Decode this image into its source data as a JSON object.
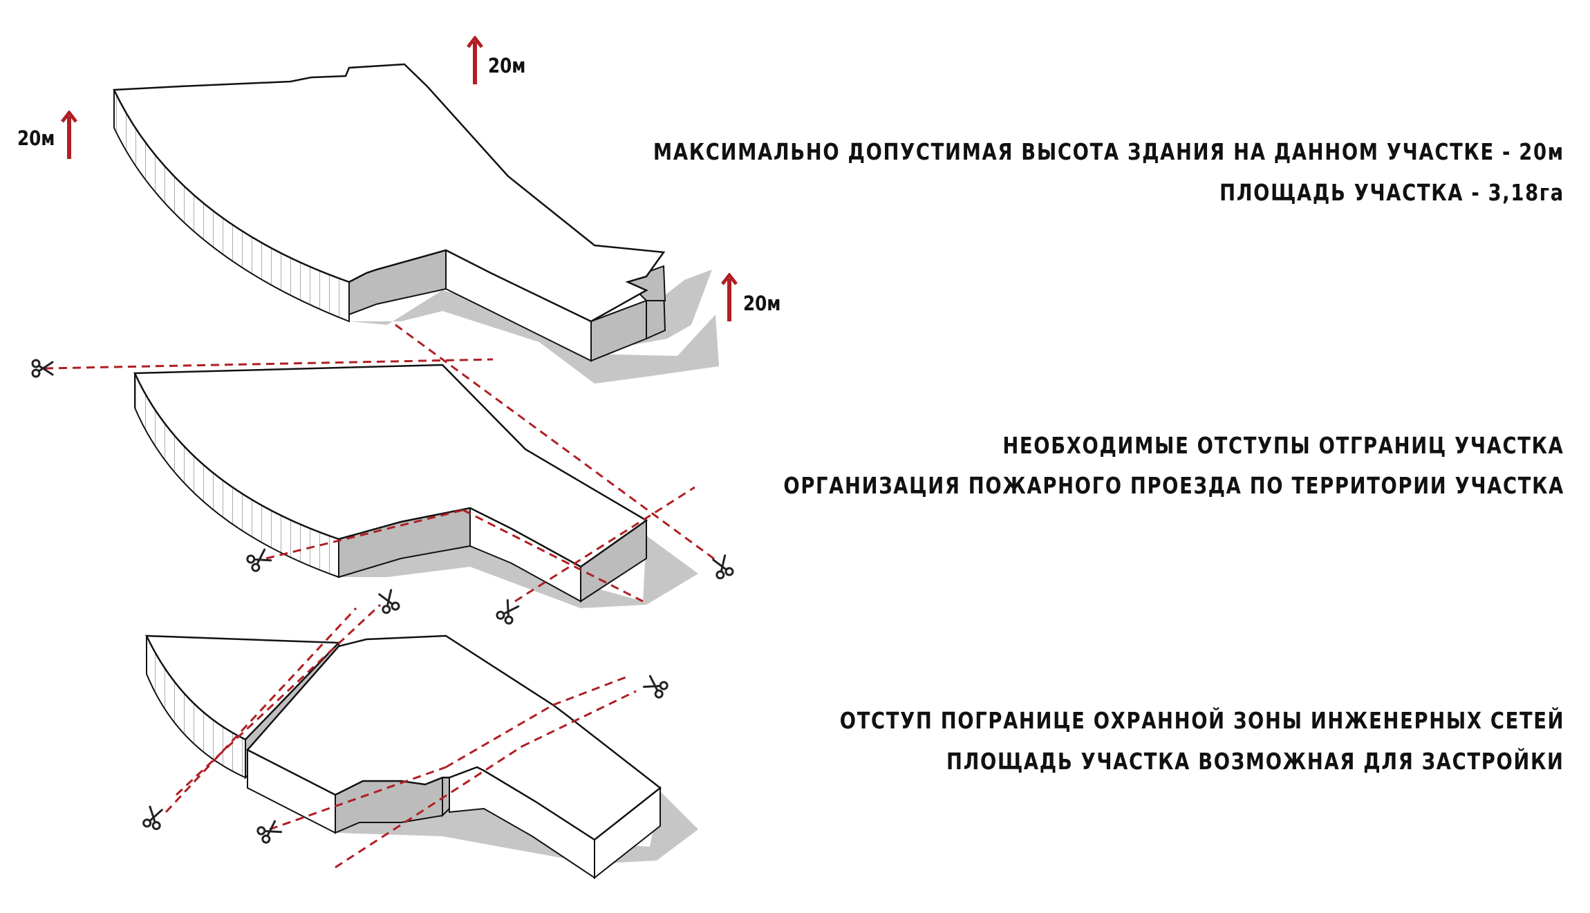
{
  "height_labels": [
    "20м",
    "20м",
    "20м"
  ],
  "captions": {
    "stage1": [
      "МАКСИМАЛЬНО ДОПУСТИМАЯ ВЫСОТА ЗДАНИЯ НА ДАННОМ УЧАСТКЕ - 20м",
      "ПЛОЩАДЬ УЧАСТКА - 3,18га"
    ],
    "stage2": [
      "НЕОБХОДИМЫЕ ОТСТУПЫ ОТГРАНИЦ УЧАСТКА",
      "ОРГАНИЗАЦИЯ ПОЖАРНОГО ПРОЕЗДА ПО ТЕРРИТОРИИ УЧАСТКА"
    ],
    "stage3": [
      "ОТСТУП ПОГРАНИЦЕ ОХРАННОЙ ЗОНЫ ИНЖЕНЕРНЫХ СЕТЕЙ",
      "ПЛОЩАДЬ УЧАСТКА ВОЗМОЖНАЯ ДЛЯ ЗАСТРОЙКИ"
    ]
  },
  "colors": {
    "arrow": "#b01e23",
    "cut_line": "#b01e23",
    "shadow": "#c4c4c4",
    "side_face": "#b8b8b8",
    "outline": "#111111"
  },
  "icons": {
    "scissors": "scissors-icon",
    "arrow": "arrow-up-icon"
  }
}
